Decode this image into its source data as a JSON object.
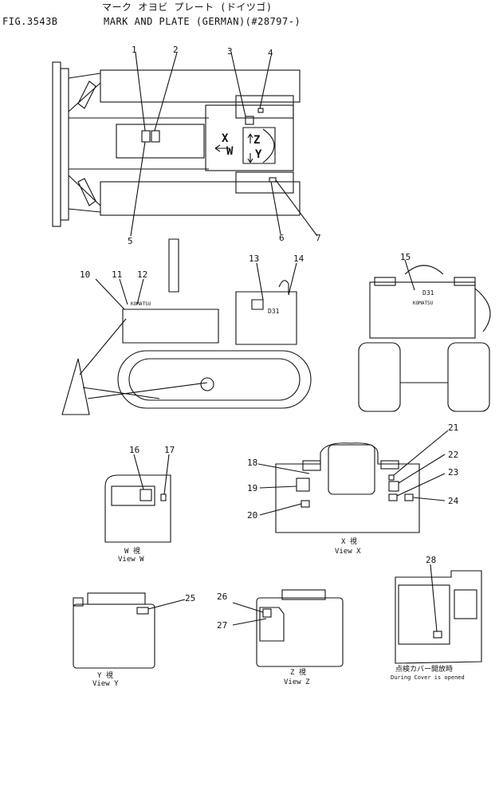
{
  "header": {
    "jp_title": "マーク オヨビ プレート (ドイツゴ)",
    "fig": "FIG.3543B",
    "title": "MARK AND PLATE (GERMAN)(#28797-)"
  },
  "callouts": [
    "1",
    "2",
    "3",
    "4",
    "5",
    "6",
    "7",
    "10",
    "11",
    "12",
    "13",
    "14",
    "15",
    "16",
    "17",
    "18",
    "19",
    "20",
    "21",
    "22",
    "23",
    "24",
    "25",
    "26",
    "27",
    "28"
  ],
  "view_letters": {
    "x": "X",
    "w": "W",
    "z": "Z",
    "y": "Y"
  },
  "machine_text": {
    "model": "D31",
    "brand": "KOMATSU",
    "model_rear": "D31",
    "brand_rear": "KOMATSU"
  },
  "views": {
    "w_jp": "W 視",
    "w": "View W",
    "x_jp": "X 視",
    "x": "View X",
    "y_jp": "Y 視",
    "y": "View Y",
    "z_jp": "Z 視",
    "z": "View Z",
    "cover_jp": "点検カバー開放時",
    "cover": "During Cover is opened"
  }
}
